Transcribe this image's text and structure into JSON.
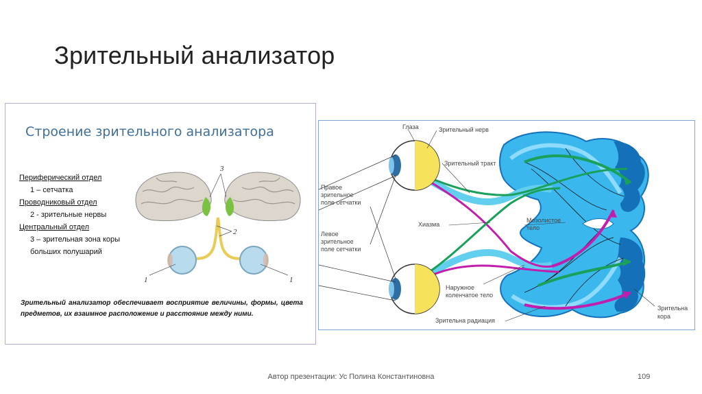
{
  "slide": {
    "title": "Зрительный анализатор",
    "author": "Автор презентации: Ус Полина Константиновна",
    "page_number": "109"
  },
  "left_panel": {
    "title": "Строение зрительного анализатора",
    "structure": [
      {
        "text": "Периферический отдел",
        "kind": "heading"
      },
      {
        "text": "1 – сетчатка",
        "kind": "item"
      },
      {
        "text": "Проводниковый отдел",
        "kind": "heading"
      },
      {
        "text": "2  - зрительные нервы",
        "kind": "item"
      },
      {
        "text": "Центральный отдел",
        "kind": "heading"
      },
      {
        "text": "3 – зрительная зона коры",
        "kind": "item"
      },
      {
        "text": "больших полушарий",
        "kind": "item"
      }
    ],
    "figure_labels": {
      "one_left": "1",
      "one_right": "1",
      "two": "2",
      "three": "3"
    },
    "footnote": "Зрительный анализатор обеспечивает восприятие величины, формы, цвета предметов, их взаимное расположение и расстояние между ними."
  },
  "right_panel": {
    "labels": {
      "eyes": "Глаза",
      "optic_nerve": "Зрительный нерв",
      "optic_tract": "Зрительный тракт",
      "right_field_1": "Правое",
      "right_field_2": "зрительное",
      "right_field_3": "поле сетчатки",
      "chiasm": "Хиазма",
      "corpus_1": "Мозолистое",
      "corpus_2": "тело",
      "left_field_1": "Левое",
      "left_field_2": "зрительное",
      "left_field_3": "поле сетчатки",
      "lgn_1": "Наружное",
      "lgn_2": "коленчатое тело",
      "radiation": "Зрительна радиация",
      "cortex_1": "Зрительна",
      "cortex_2": "кора"
    }
  },
  "colors": {
    "title_blue": "#3f6f98",
    "brain_blue": "#23a9e8",
    "brain_dark": "#1470b8",
    "pathway_green": "#19a05a",
    "pathway_magenta": "#c21eae",
    "nerve_yellow": "#e8cc55"
  }
}
